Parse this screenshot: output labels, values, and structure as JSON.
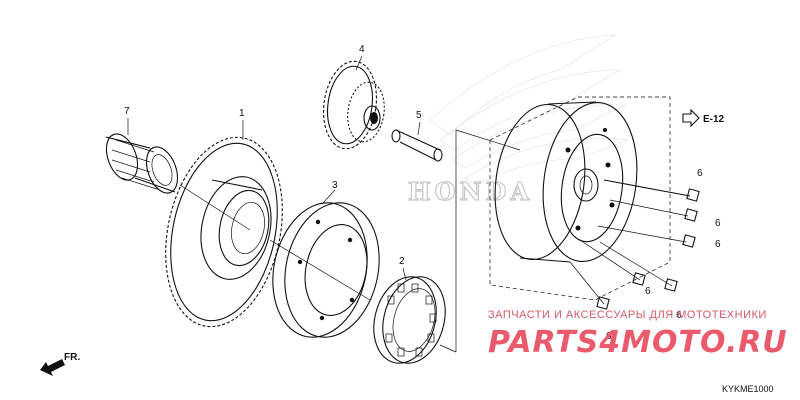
{
  "callouts": {
    "p1": "1",
    "p2": "2",
    "p3": "3",
    "p4": "4",
    "p5": "5",
    "p6a": "6",
    "p6b": "6",
    "p6c": "6",
    "p6d": "6",
    "p6e": "6",
    "p6f": "6",
    "p7": "7"
  },
  "reference": {
    "label": "E-12"
  },
  "direction": {
    "label": "FR."
  },
  "diagram_code": "KYKME1000",
  "watermark": {
    "brand": "HONDA",
    "subtitle": "ЗАПЧАСТИ И АКСЕССУАРЫ ДЛЯ МОТОТЕХНИКИ",
    "logo": "PARTS4MOTO.RU"
  },
  "colors": {
    "line": "#111111",
    "watermark_red": "#e85a6c",
    "watermark_gray": "#c8c8c8"
  }
}
